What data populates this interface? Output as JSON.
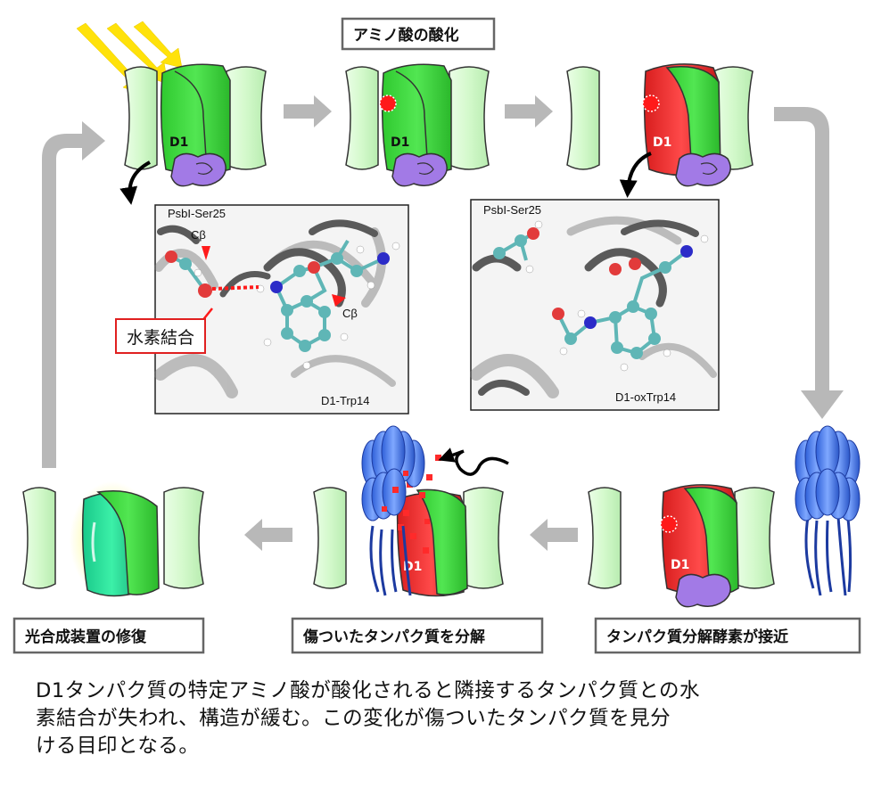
{
  "steps": {
    "oxidation": "アミノ酸の酸化",
    "approach": "タンパク質分解酵素が接近",
    "degrade": "傷ついたタンパク質を分解",
    "repair": "光合成装置の修復"
  },
  "protein_label": "D1",
  "left_panel": {
    "ser": "PsbI-Ser25",
    "cb_top": "Cβ",
    "cb_right": "Cβ",
    "trp": "D1-Trp14",
    "hbond": "水素結合"
  },
  "right_panel": {
    "ser": "PsbI-Ser25",
    "trp": "D1-oxTrp14"
  },
  "caption": [
    "D1タンパク質の特定アミノ酸が酸化されると隣接するタンパク質との水",
    "素結合が失われ、構造が緩む。この変化が傷ついたタンパク質を見分",
    "ける目印となる。"
  ],
  "colors": {
    "pale_green": "#d8fbd0",
    "green": "#33d433",
    "red": "#ee2b2b",
    "purple": "#a27ae6",
    "arrow_gray": "#b8b8b8",
    "enzyme_blue": "#4f82f0",
    "light_yellow": "#ffe20a"
  }
}
